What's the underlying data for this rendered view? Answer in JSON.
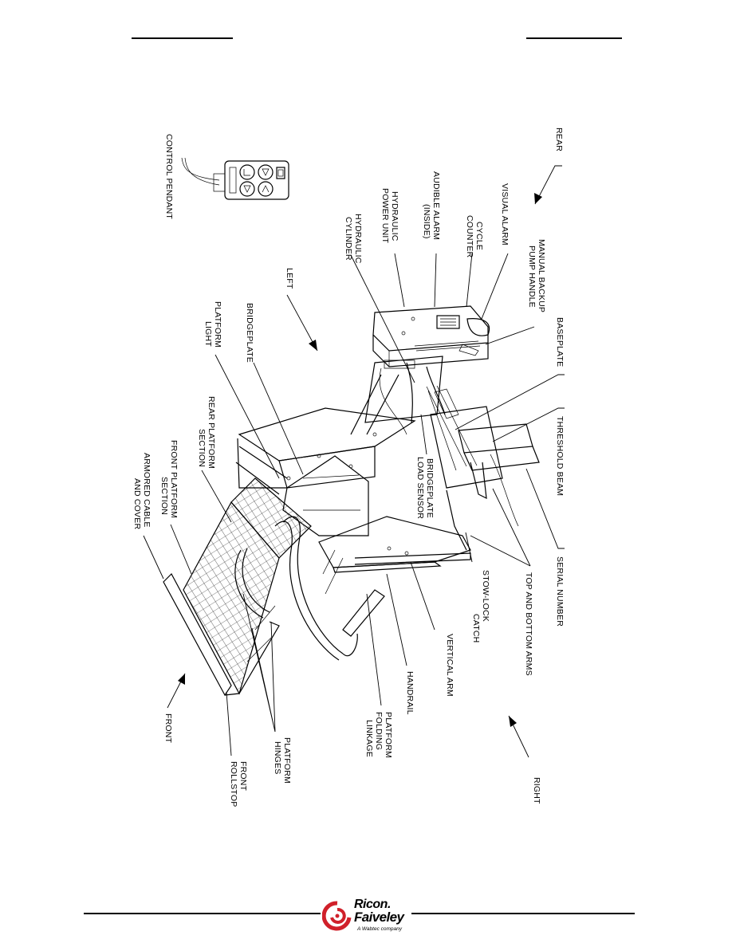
{
  "labels": {
    "rear": "REAR",
    "visual_alarm": "VISUAL ALARM",
    "manual_backup_1": "MANUAL BACKUP",
    "manual_backup_2": "PUMP HANDLE",
    "baseplate": "BASEPLATE",
    "threshold_beam": "THRESHOLD BEAM",
    "serial_number": "SERIAL NUMBER",
    "top_bottom_arms": "TOP AND BOTTOM ARMS",
    "cycle_counter_1": "CYCLE",
    "cycle_counter_2": "COUNTER",
    "audible_alarm_1": "AUDIBLE ALARM",
    "audible_alarm_2": "(INSIDE)",
    "hydraulic_power_1": "HYDRAULIC",
    "hydraulic_power_2": "POWER UNIT",
    "hydraulic_cyl_1": "HYDRAULIC",
    "hydraulic_cyl_2": "CYLINDER",
    "left": "LEFT",
    "bridgeplate": "BRIDGEPLATE",
    "platform_light_1": "PLATFORM",
    "platform_light_2": "LIGHT",
    "control_pendant": "CONTROL PENDANT",
    "rear_platform_1": "REAR PLATFORM",
    "rear_platform_2": "SECTION",
    "front_platform_1": "FRONT PLATFORM",
    "front_platform_2": "SECTION",
    "armored_cable_1": "ARMORED CABLE",
    "armored_cable_2": "AND COVER",
    "bridgeplate_load_1": "BRIDGEPLATE",
    "bridgeplate_load_2": "LOAD SENSOR",
    "stow_lock_1": "STOW-LOCK",
    "stow_lock_2": "CATCH",
    "vertical_arm": "VERTICAL ARM",
    "handrail": "HANDRAIL",
    "platform_folding_1": "PLATFORM",
    "platform_folding_2": "FOLDING",
    "platform_folding_3": "LINKAGE",
    "platform_hinges_1": "PLATFORM",
    "platform_hinges_2": "HINGES",
    "front_rollstop_1": "FRONT",
    "front_rollstop_2": "ROLLSTOP",
    "front": "FRONT",
    "right": "RIGHT"
  },
  "logo": {
    "line1": "Ricon.",
    "line2": "Faiveley",
    "tagline": "A Wabtec company",
    "accent_color": "#d0202a"
  }
}
